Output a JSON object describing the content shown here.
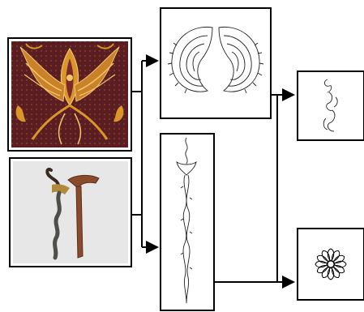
{
  "diagram": {
    "description_visible_text": "",
    "nodes": [
      {
        "id": "batik-photo",
        "kind": "photo",
        "subject": "batik-fabric"
      },
      {
        "id": "keris-photo",
        "kind": "photo",
        "subject": "keris-dagger-and-sheath"
      },
      {
        "id": "batik-motif-sketch",
        "kind": "line-drawing",
        "subject": "mirrored-paisley-motif"
      },
      {
        "id": "keris-blade-sketch",
        "kind": "line-drawing",
        "subject": "keris-blade"
      },
      {
        "id": "small-ornament-sketch",
        "kind": "line-drawing",
        "subject": "ornament-detail"
      },
      {
        "id": "flower-sketch",
        "kind": "line-drawing",
        "subject": "daisy-flower"
      }
    ],
    "edges": [
      {
        "from": [
          "batik-photo",
          "keris-photo"
        ],
        "to": "batik-motif-sketch"
      },
      {
        "from": [
          "batik-photo",
          "keris-photo"
        ],
        "to": "keris-blade-sketch"
      },
      {
        "from": [
          "batik-motif-sketch"
        ],
        "to": "small-ornament-sketch"
      },
      {
        "from": [
          "batik-motif-sketch",
          "keris-blade-sketch"
        ],
        "to": "flower-sketch"
      }
    ],
    "colors": {
      "batik_dark": "#5a1e22",
      "batik_mid": "#7b2a2a",
      "batik_gold": "#d9962b",
      "batik_light": "#f2c66b",
      "keris_bg": "#e7e7e7",
      "sheath": "#8a4a2c",
      "blade": "#4c4f4a",
      "line": "#000000"
    }
  }
}
